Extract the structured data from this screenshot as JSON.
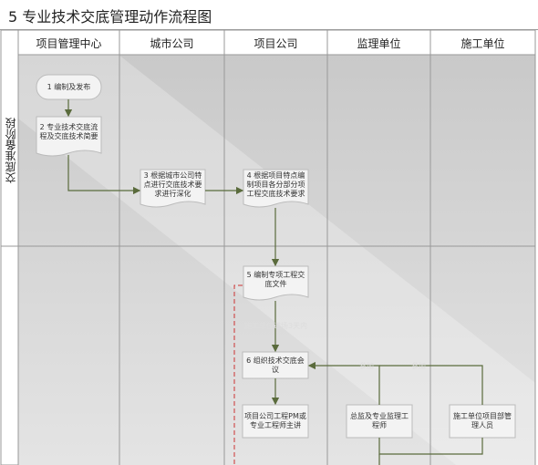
{
  "title": "5 专业技术交底管理动作流程图",
  "lanes": [
    "项目管理中心",
    "城市公司",
    "项目公司",
    "监理单位",
    "施工单位"
  ],
  "phases": [
    "交底准备阶段",
    ""
  ],
  "nodes": {
    "n1": "1 编制及发布",
    "n2": "2 专业技术交底流程及交底技术简要",
    "n3": "3 根据城市公司特点进行交底技术要求进行深化",
    "n4": "4 根据项目特点编制项目各分部分项工程交底技术要求",
    "n5": "5 编制专项工程交底文件",
    "n6": "6 组织技术交底会议",
    "n7": "项目公司工程PM或专业工程师主讲",
    "n8": "总监及专业监理工程师",
    "n9": "施工单位项目部管理人员"
  },
  "edge_labels": {
    "e5_6": "施工单位进场3天内",
    "e8_6": "参加",
    "e9_6": "参加"
  },
  "colors": {
    "arrow": "#5a6b3c",
    "dashed": "#cc3333",
    "lane_bg": "#d6d6d6",
    "node_bg": "#f2f2f2"
  }
}
